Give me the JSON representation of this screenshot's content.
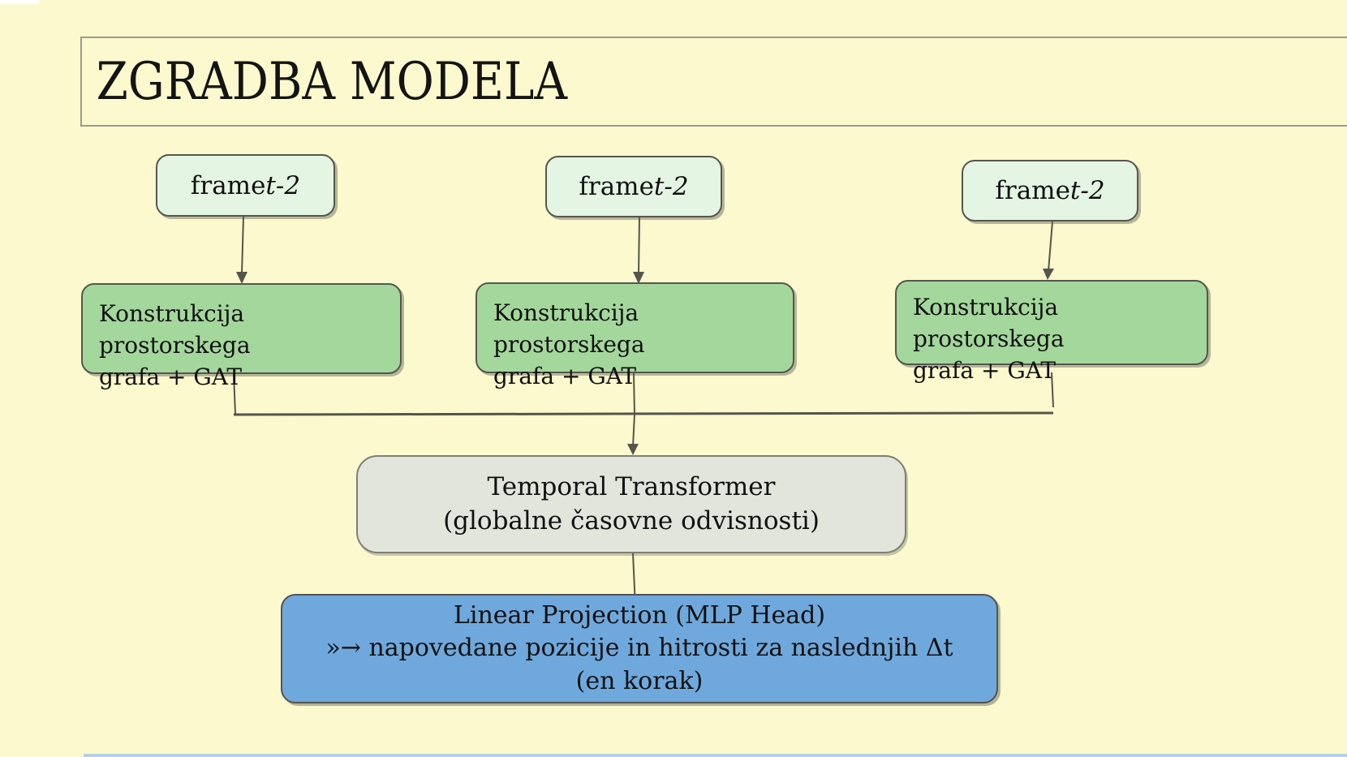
{
  "slide": {
    "title": "ZGRADBA MODELA",
    "colors": {
      "background": "#FBF9CD",
      "frame_box": "#E4F5E3",
      "spatial_box": "#A4D79C",
      "temporal_box": "#E1E5DC",
      "head_box": "#6FA8DC",
      "connector": "#55554e"
    }
  },
  "frames": [
    {
      "prefix": "frame ",
      "var": "t-2"
    },
    {
      "prefix": "frame ",
      "var": "t-2"
    },
    {
      "prefix": "frame ",
      "var": "t-2"
    }
  ],
  "spatial_boxes": [
    {
      "text": "Konstrukcija prostorskega\ngrafa + GAT"
    },
    {
      "text": "Konstrukcija prostorskega\ngrafa + GAT"
    },
    {
      "text": "Konstrukcija prostorskega\ngrafa + GAT"
    }
  ],
  "temporal_box": {
    "text": "Temporal Transformer\n(globalne časovne odvisnosti)"
  },
  "head_box": {
    "text": "Linear Projection (MLP Head)\n»→ napovedane pozicije in hitrosti za naslednjih Δt\n(en korak)"
  }
}
